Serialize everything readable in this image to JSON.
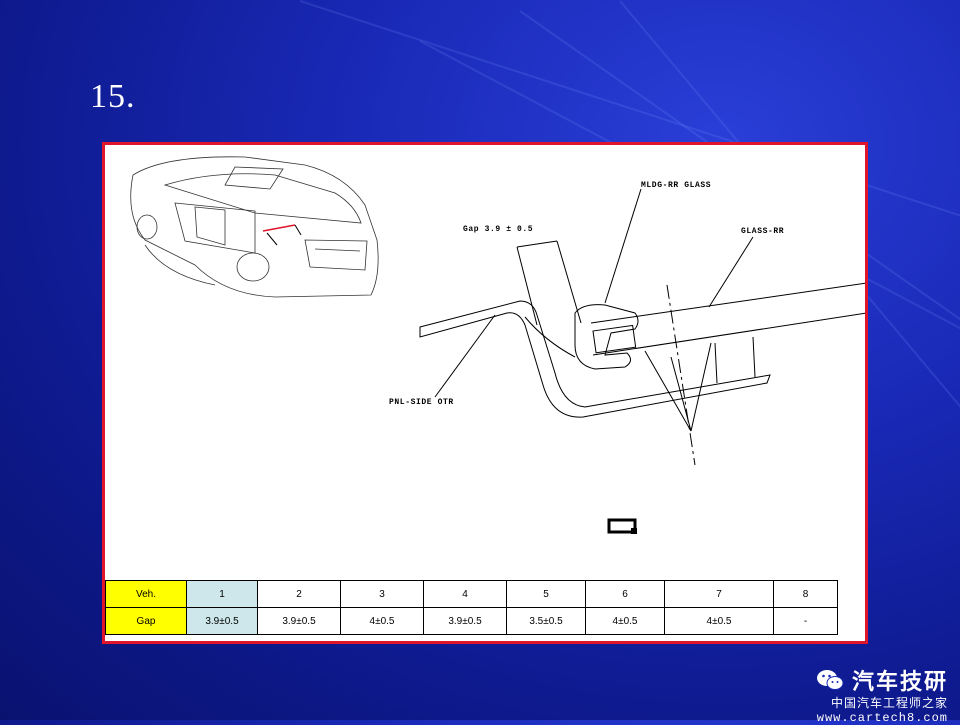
{
  "slide": {
    "title": "15."
  },
  "diagram": {
    "labels": {
      "mldg": "MLDG-RR GLASS",
      "glass": "GLASS-RR",
      "gap": "Gap 3.9  ± 0.5",
      "pnl": "PNL-SIDE OTR"
    },
    "section_marker": "▭"
  },
  "table": {
    "header": [
      "Veh.",
      "1",
      "2",
      "3",
      "4",
      "5",
      "6",
      "7",
      "8"
    ],
    "row": [
      "Gap",
      "3.9±0.5",
      "3.9±0.5",
      "4±0.5",
      "3.9±0.5",
      "3.5±0.5",
      "4±0.5",
      "4±0.5",
      "-"
    ]
  },
  "watermark": {
    "main": "汽车技研",
    "sub": "中国汽车工程师之家",
    "url": "www.cartech8.com"
  },
  "colors": {
    "background": "#1a2ab8",
    "frame_border": "#e0142a",
    "header_cell": "#ffff00",
    "highlight_cell": "#cde7ea"
  }
}
